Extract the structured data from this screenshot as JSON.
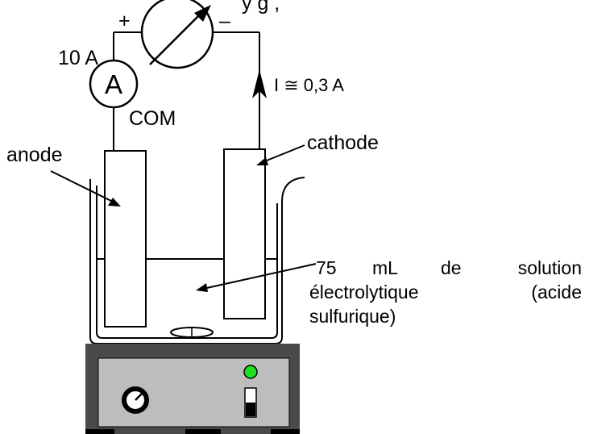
{
  "header": {
    "partial_text": "y                    g              ,"
  },
  "voltmeter": {
    "plus_label": "+",
    "minus_label": "–"
  },
  "ammeter": {
    "symbol": "A",
    "terminal_10a": "10 A",
    "terminal_com": "COM"
  },
  "current": {
    "label": "I ≅ 0,3 A"
  },
  "electrodes": {
    "anode_label": "anode",
    "cathode_label": "cathode"
  },
  "solution": {
    "line1_volume": "75",
    "line1_unit": "mL",
    "line1_de": "de",
    "line1_word": "solution",
    "line2_word1": "électrolytique",
    "line2_word2": "(acide",
    "line3": "sulfurique)"
  },
  "colors": {
    "indicator_light": "#22dd22",
    "stirrer_body": "#4a4a4a",
    "stirrer_panel": "#bdbdbd",
    "stroke": "#000000"
  }
}
